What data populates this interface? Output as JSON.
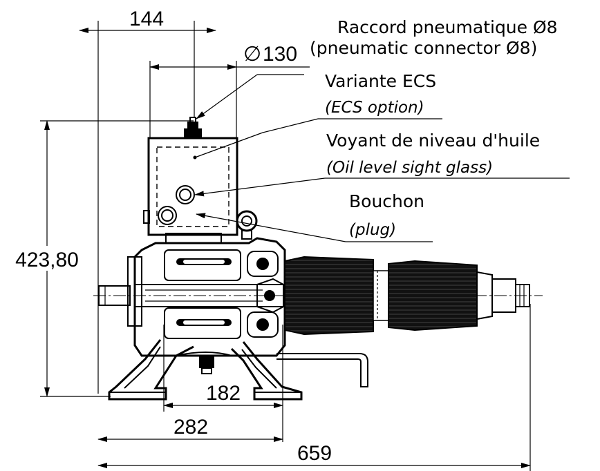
{
  "dimensions": {
    "top_width": "144",
    "diameter": "130",
    "height": "423,80",
    "base_inner": "182",
    "base_outer": "282",
    "overall_length": "659"
  },
  "callouts": {
    "pneumatic_fr": "Raccord pneumatique Ø8",
    "pneumatic_en": "(pneumatic connector Ø8)",
    "ecs_fr": "Variante ECS",
    "ecs_en": "(ECS option)",
    "oil_fr": "Voyant de niveau d'huile",
    "oil_en": "(Oil level sight glass)",
    "plug_fr": "Bouchon",
    "plug_en": "(plug)"
  },
  "symbols": {
    "diameter_sign": "∅"
  }
}
